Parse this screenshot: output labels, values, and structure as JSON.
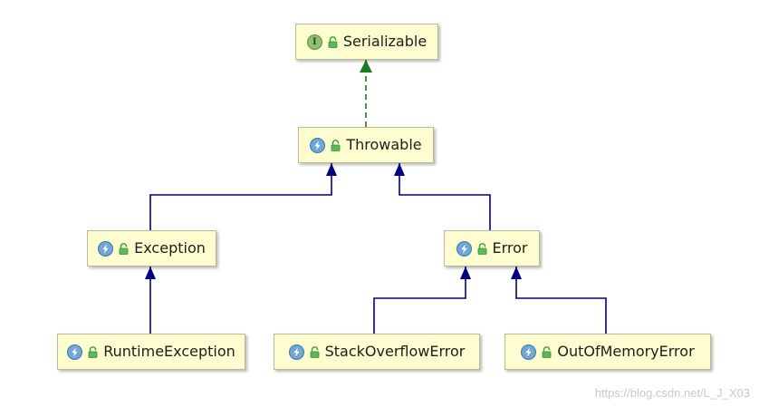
{
  "diagram": {
    "nodes": [
      {
        "id": "serializable",
        "label": "Serializable",
        "kind": "interface",
        "badge": "I",
        "icon": "interface-icon"
      },
      {
        "id": "throwable",
        "label": "Throwable",
        "kind": "class",
        "icon": "class-icon"
      },
      {
        "id": "exception",
        "label": "Exception",
        "kind": "class",
        "icon": "class-icon"
      },
      {
        "id": "error",
        "label": "Error",
        "kind": "class",
        "icon": "class-icon"
      },
      {
        "id": "runtimeexception",
        "label": "RuntimeException",
        "kind": "class",
        "icon": "class-icon"
      },
      {
        "id": "stackoverflowerror",
        "label": "StackOverflowError",
        "kind": "class",
        "icon": "class-icon"
      },
      {
        "id": "outofmemoryerror",
        "label": "OutOfMemoryError",
        "kind": "class",
        "icon": "class-icon"
      }
    ],
    "edges": [
      {
        "from": "throwable",
        "to": "serializable",
        "type": "implements"
      },
      {
        "from": "exception",
        "to": "throwable",
        "type": "extends"
      },
      {
        "from": "error",
        "to": "throwable",
        "type": "extends"
      },
      {
        "from": "runtimeexception",
        "to": "exception",
        "type": "extends"
      },
      {
        "from": "stackoverflowerror",
        "to": "error",
        "type": "extends"
      },
      {
        "from": "outofmemoryerror",
        "to": "error",
        "type": "extends"
      }
    ],
    "colors": {
      "extends": "#000080",
      "implements": "#1e7a1e",
      "node_fill": "#fdfdcf"
    }
  },
  "watermark": "https://blog.csdn.net/L_J_X03"
}
